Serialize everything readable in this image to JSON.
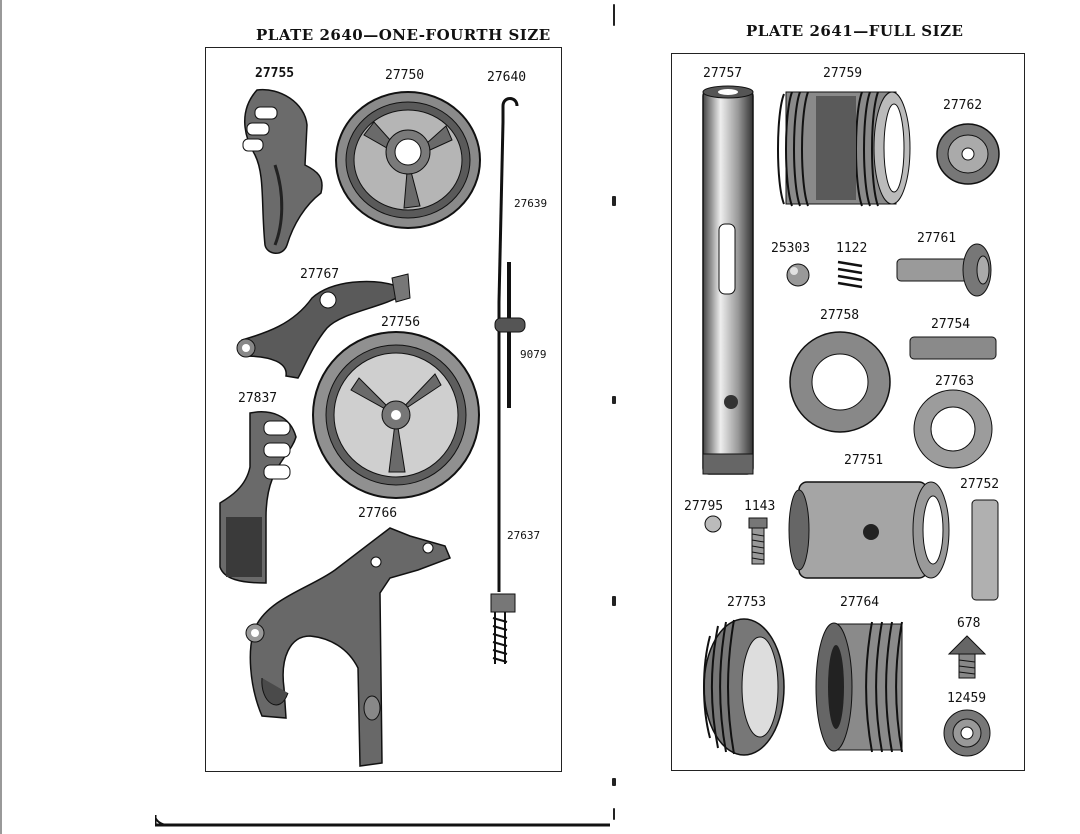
{
  "left_plate": {
    "title": "PLATE 2640—ONE-FOURTH SIZE",
    "parts": [
      "27755",
      "27750",
      "27640",
      "27639",
      "27767",
      "27756",
      "9079",
      "27837",
      "27766",
      "27637"
    ]
  },
  "right_plate": {
    "title": "PLATE 2641—FULL SIZE",
    "parts": [
      "27757",
      "27759",
      "27762",
      "25303",
      "1122",
      "27761",
      "27758",
      "27754",
      "27763",
      "27751",
      "27752",
      "27795",
      "1143",
      "27753",
      "27764",
      "678",
      "12459"
    ]
  }
}
